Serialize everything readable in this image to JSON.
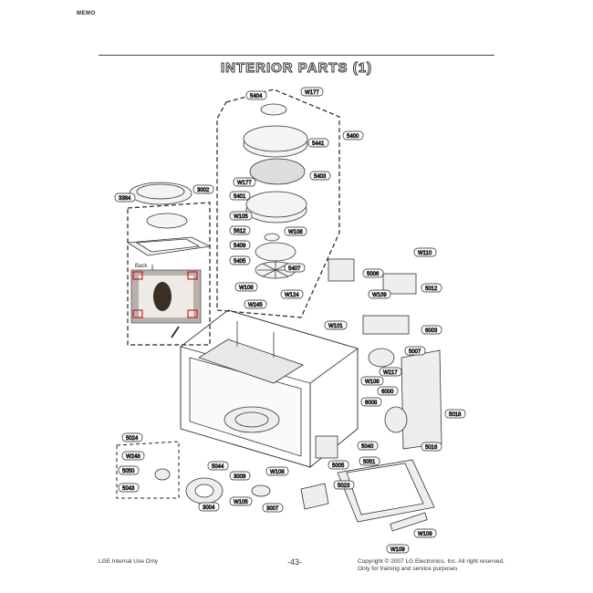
{
  "header": {
    "mark": "MEMO"
  },
  "title": "INTERIOR PARTS (1)",
  "labels": {
    "W177a": "W177",
    "p5404": "5404",
    "p5441": "5441",
    "p5400": "5400",
    "p5403": "5403",
    "W177b": "W177",
    "p5401": "5401",
    "W105a": "W105",
    "W108a": "W108",
    "p5612": "5612",
    "p5409": "5409",
    "p5405": "5405",
    "p5407": "5407",
    "W108b": "W108",
    "W124": "W124",
    "W245": "W245",
    "p3384": "3384",
    "p3002": "3002",
    "back": "Back",
    "W110a": "W110",
    "p5006": "5006",
    "p5012": "5012",
    "W109a": "W109",
    "W101": "W101",
    "p6003": "6003",
    "p5007": "5007",
    "W217": "W217",
    "W108c": "W108",
    "p6000": "6000",
    "p6008": "6008",
    "p5018": "5018",
    "p5016": "5016",
    "p5040": "5040",
    "p5024": "5024",
    "W248": "W248",
    "p5050": "5050",
    "p5043": "5043",
    "p5044": "5044",
    "p3009": "3009",
    "W108d": "W108",
    "p5005": "5005",
    "p5051": "5051",
    "p5023": "5023",
    "p3004": "3004",
    "W105b": "W105",
    "p3007": "3007",
    "W109b": "W109",
    "W109c": "W109"
  },
  "footer": {
    "left": "LGE Internal Use Only",
    "page": "-43-",
    "copyright": "Copyright © 2007 LG Electronics. Inc. All right reserved.",
    "note": "Only for training and service purposes"
  }
}
